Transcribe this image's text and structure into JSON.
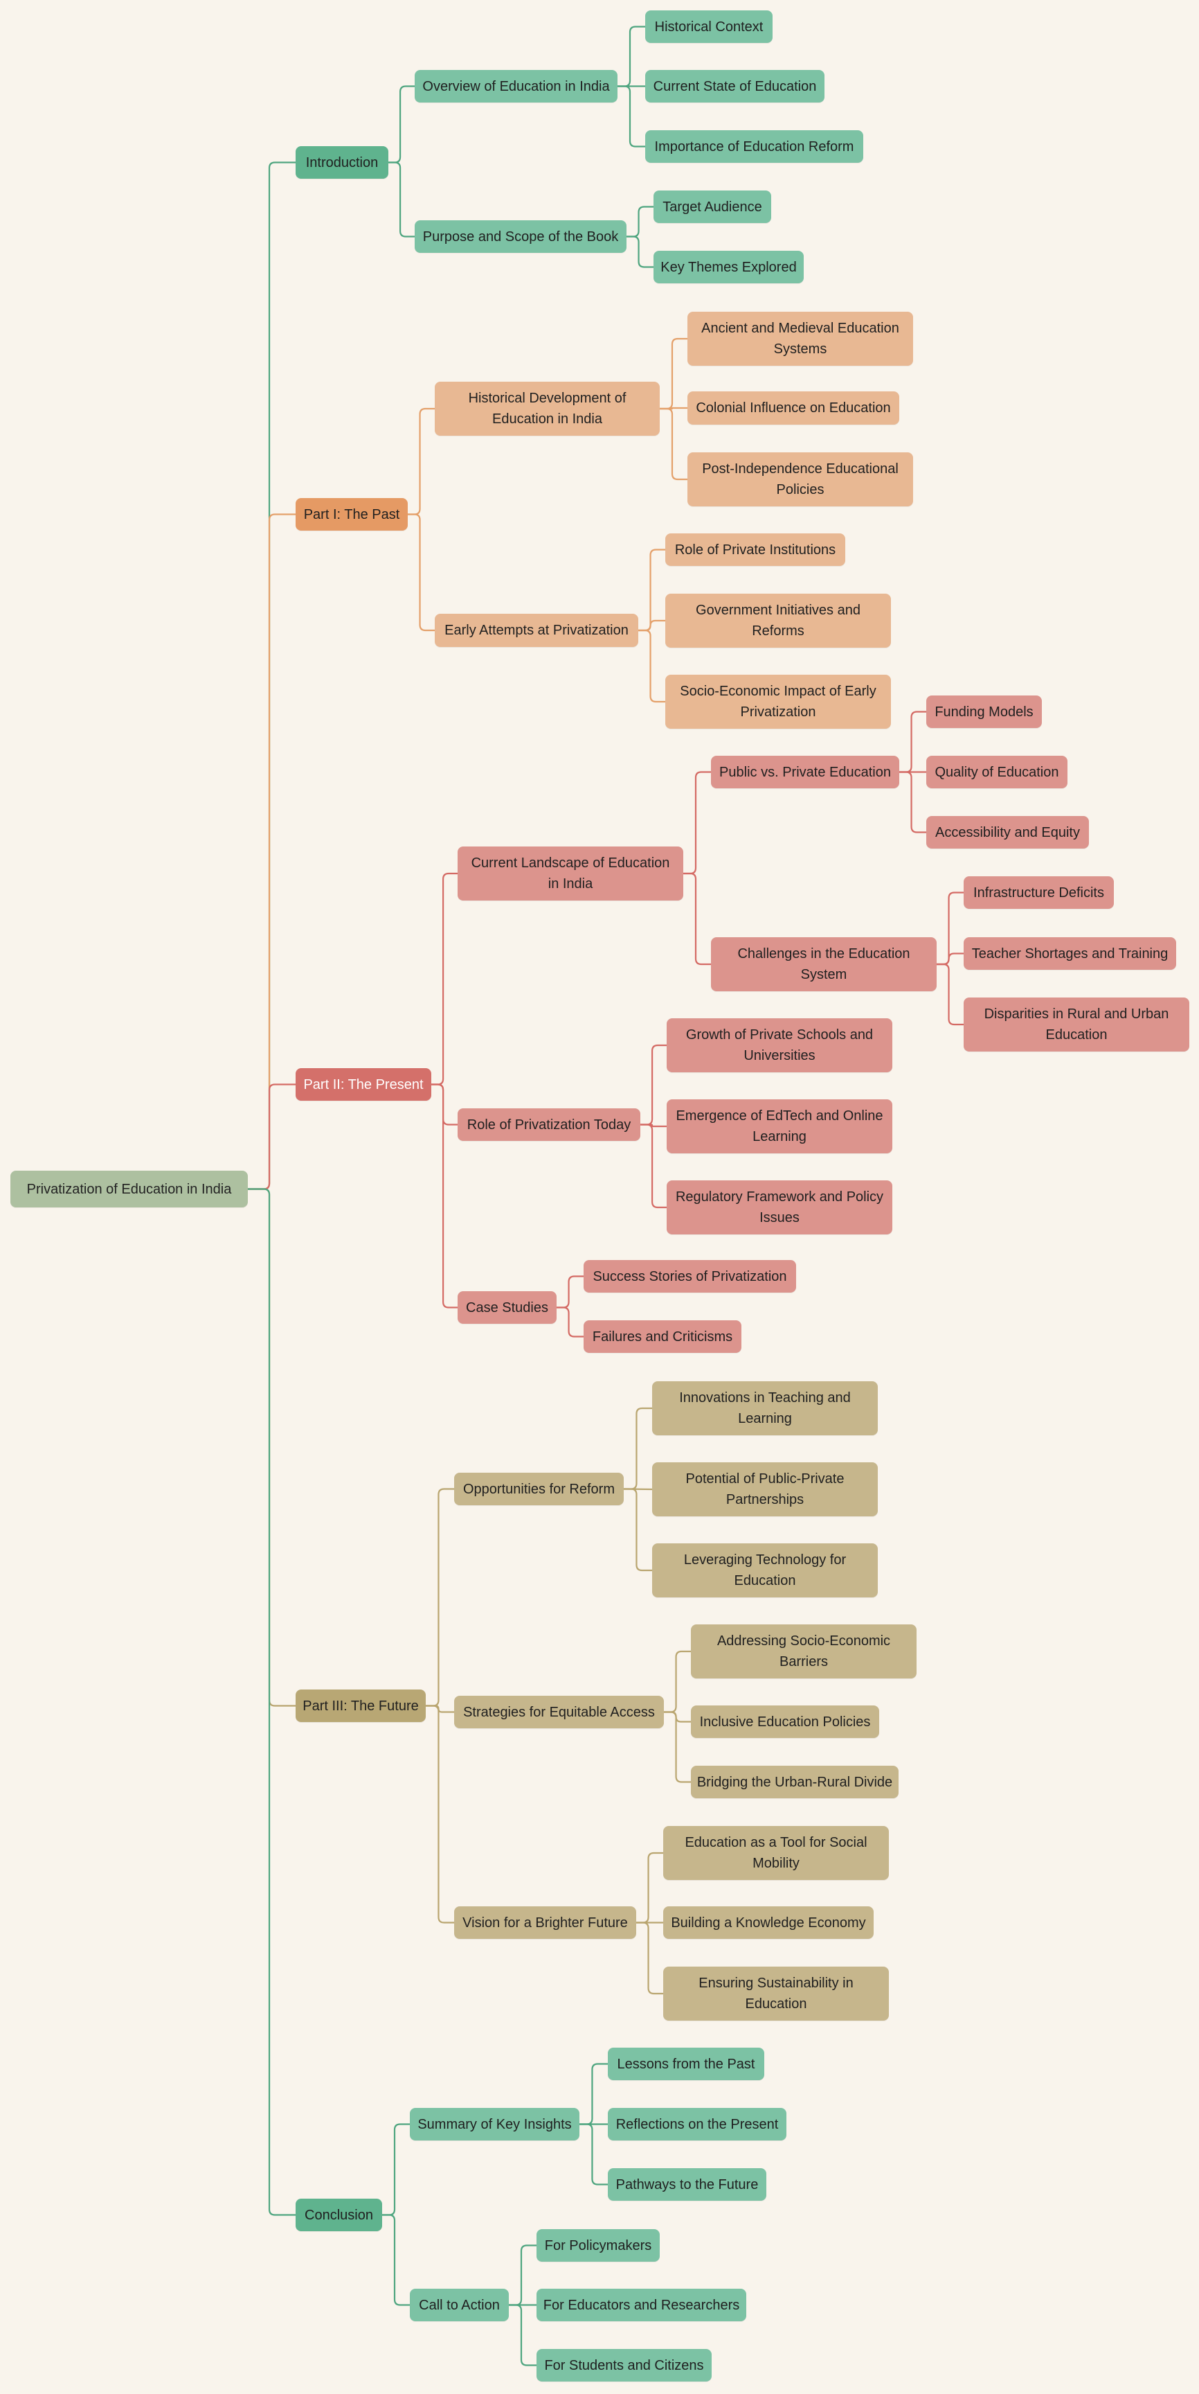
{
  "colors": {
    "background": "#f9f4ec",
    "root": {
      "fill": "#adc0a0",
      "line": "#2e7d4f",
      "text": "#222222"
    },
    "green": {
      "l1": "#5fb38e",
      "l2": "#7cc2a4",
      "line": "#4ea57f",
      "text": "#1f1f1f"
    },
    "orange": {
      "l1": "#e59a64",
      "l2": "#e8b893",
      "line": "#e4a06a",
      "text": "#1f1f1f"
    },
    "red": {
      "l1": "#d4706a",
      "l2": "#dc948d",
      "line": "#d46a64",
      "text": "#1f1f1f",
      "l1text": "#ffffff"
    },
    "tan": {
      "l1": "#b8a774",
      "l2": "#c6b68c",
      "line": "#b9a56f",
      "text": "#1f1f1f"
    }
  },
  "mindmap": {
    "root": {
      "label": "Privatization of Education in India",
      "branches": [
        {
          "label": "Introduction",
          "theme": "green",
          "children": [
            {
              "label": "Overview of Education in India",
              "children": [
                {
                  "label": "Historical Context"
                },
                {
                  "label": "Current State of Education"
                },
                {
                  "label": "Importance of Education Reform"
                }
              ]
            },
            {
              "label": "Purpose and Scope of the Book",
              "children": [
                {
                  "label": "Target Audience"
                },
                {
                  "label": "Key Themes Explored"
                }
              ]
            }
          ]
        },
        {
          "label": "Part I: The Past",
          "theme": "orange",
          "children": [
            {
              "label": "Historical Development of Education in India",
              "children": [
                {
                  "label": "Ancient and Medieval Education Systems"
                },
                {
                  "label": "Colonial Influence on Education"
                },
                {
                  "label": "Post-Independence Educational Policies"
                }
              ]
            },
            {
              "label": "Early Attempts at Privatization",
              "children": [
                {
                  "label": "Role of Private Institutions"
                },
                {
                  "label": "Government Initiatives and Reforms"
                },
                {
                  "label": "Socio-Economic Impact of Early Privatization"
                }
              ]
            }
          ]
        },
        {
          "label": "Part II: The Present",
          "theme": "red",
          "children": [
            {
              "label": "Current Landscape of Education in India",
              "children": [
                {
                  "label": "Public vs. Private Education",
                  "children": [
                    {
                      "label": "Funding Models"
                    },
                    {
                      "label": "Quality of Education"
                    },
                    {
                      "label": "Accessibility and Equity"
                    }
                  ]
                },
                {
                  "label": "Challenges in the Education System",
                  "children": [
                    {
                      "label": "Infrastructure Deficits"
                    },
                    {
                      "label": "Teacher Shortages and Training"
                    },
                    {
                      "label": "Disparities in Rural and Urban Education"
                    }
                  ]
                }
              ]
            },
            {
              "label": "Role of Privatization Today",
              "children": [
                {
                  "label": "Growth of Private Schools and Universities"
                },
                {
                  "label": "Emergence of EdTech and Online Learning"
                },
                {
                  "label": "Regulatory Framework and Policy Issues"
                }
              ]
            },
            {
              "label": "Case Studies",
              "children": [
                {
                  "label": "Success Stories of Privatization"
                },
                {
                  "label": "Failures and Criticisms"
                }
              ]
            }
          ]
        },
        {
          "label": "Part III: The Future",
          "theme": "tan",
          "children": [
            {
              "label": "Opportunities for Reform",
              "children": [
                {
                  "label": "Innovations in Teaching and Learning"
                },
                {
                  "label": "Potential of Public-Private Partnerships"
                },
                {
                  "label": "Leveraging Technology for Education"
                }
              ]
            },
            {
              "label": "Strategies for Equitable Access",
              "children": [
                {
                  "label": "Addressing Socio-Economic Barriers"
                },
                {
                  "label": "Inclusive Education Policies"
                },
                {
                  "label": "Bridging the Urban-Rural Divide"
                }
              ]
            },
            {
              "label": "Vision for a Brighter Future",
              "children": [
                {
                  "label": "Education as a Tool for Social Mobility"
                },
                {
                  "label": "Building a Knowledge Economy"
                },
                {
                  "label": "Ensuring Sustainability in Education"
                }
              ]
            }
          ]
        },
        {
          "label": "Conclusion",
          "theme": "green",
          "children": [
            {
              "label": "Summary of Key Insights",
              "children": [
                {
                  "label": "Lessons from the Past"
                },
                {
                  "label": "Reflections on the Present"
                },
                {
                  "label": "Pathways to the Future"
                }
              ]
            },
            {
              "label": "Call to Action",
              "children": [
                {
                  "label": "For Policymakers"
                },
                {
                  "label": "For Educators and Researchers"
                },
                {
                  "label": "For Students and Citizens"
                }
              ]
            }
          ]
        }
      ]
    }
  }
}
